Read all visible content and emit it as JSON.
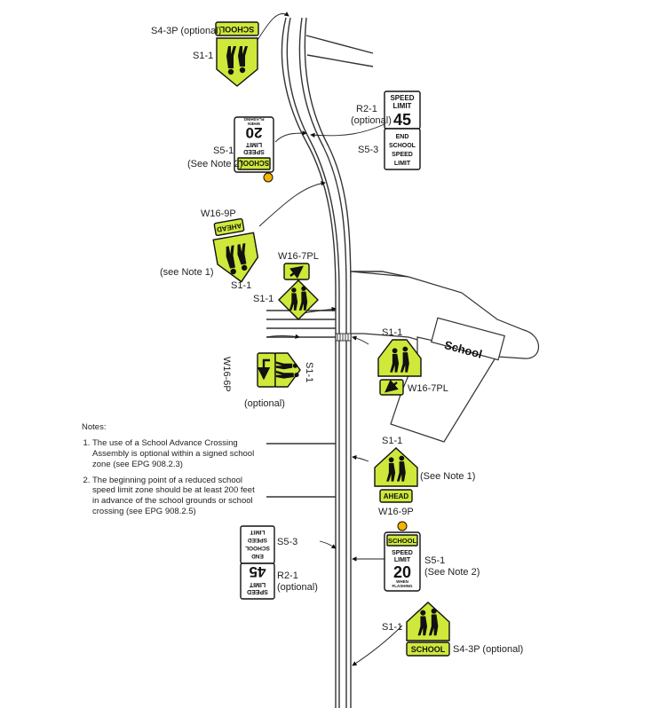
{
  "colors": {
    "school_yellow_green": "#cfe83a",
    "flasher": "#f5b400",
    "ink": "#111111"
  },
  "labels": {
    "s43p_top": "S4-3P (optional)",
    "s11_top": "S1-1",
    "r21_top": "R2-1",
    "r21_top_opt": "(optional)",
    "s53_top": "S5-3",
    "s51_top": "S5-1",
    "s51_top_note": "(See Note 2)",
    "w169p_top": "W16-9P",
    "see_note1_left": "(see Note 1)",
    "s11_mid_left": "S1-1",
    "w167pl_top": "W16-7PL",
    "s11_mid": "S1-1",
    "w166p": "W16-6P",
    "s11_rot": "S1-1",
    "optional_left": "(optional)",
    "s11_school": "S1-1",
    "w167pl_school": "W16-7PL",
    "s11_right": "S1-1",
    "see_note1_right": "(See Note 1)",
    "w169p_right": "W16-9P",
    "s53_bottom": "S5-3",
    "r21_bottom": "R2-1",
    "r21_bottom_opt": "(optional)",
    "s51_bottom": "S5-1",
    "s51_bottom_note": "(See Note 2)",
    "s11_bottom": "S1-1",
    "s43p_bottom": "S4-3P (optional)"
  },
  "signs": {
    "school": "SCHOOL",
    "speed": "SPEED",
    "limit": "LIMIT",
    "limit_45": "45",
    "limit_20": "20",
    "when": "WHEN",
    "flashing": "FLASHING",
    "end": "END",
    "ahead": "AHEAD"
  },
  "building": {
    "label": "School"
  },
  "notes": {
    "title": "Notes:",
    "items": [
      "The use of a School Advance Crossing Assembly is optional within a signed school zone (see EPG 908.2.3)",
      "The beginning point of a reduced school speed limit zone should be at least 200 feet in advance of the school grounds or school crossing (see EPG 908.2.5)"
    ]
  }
}
